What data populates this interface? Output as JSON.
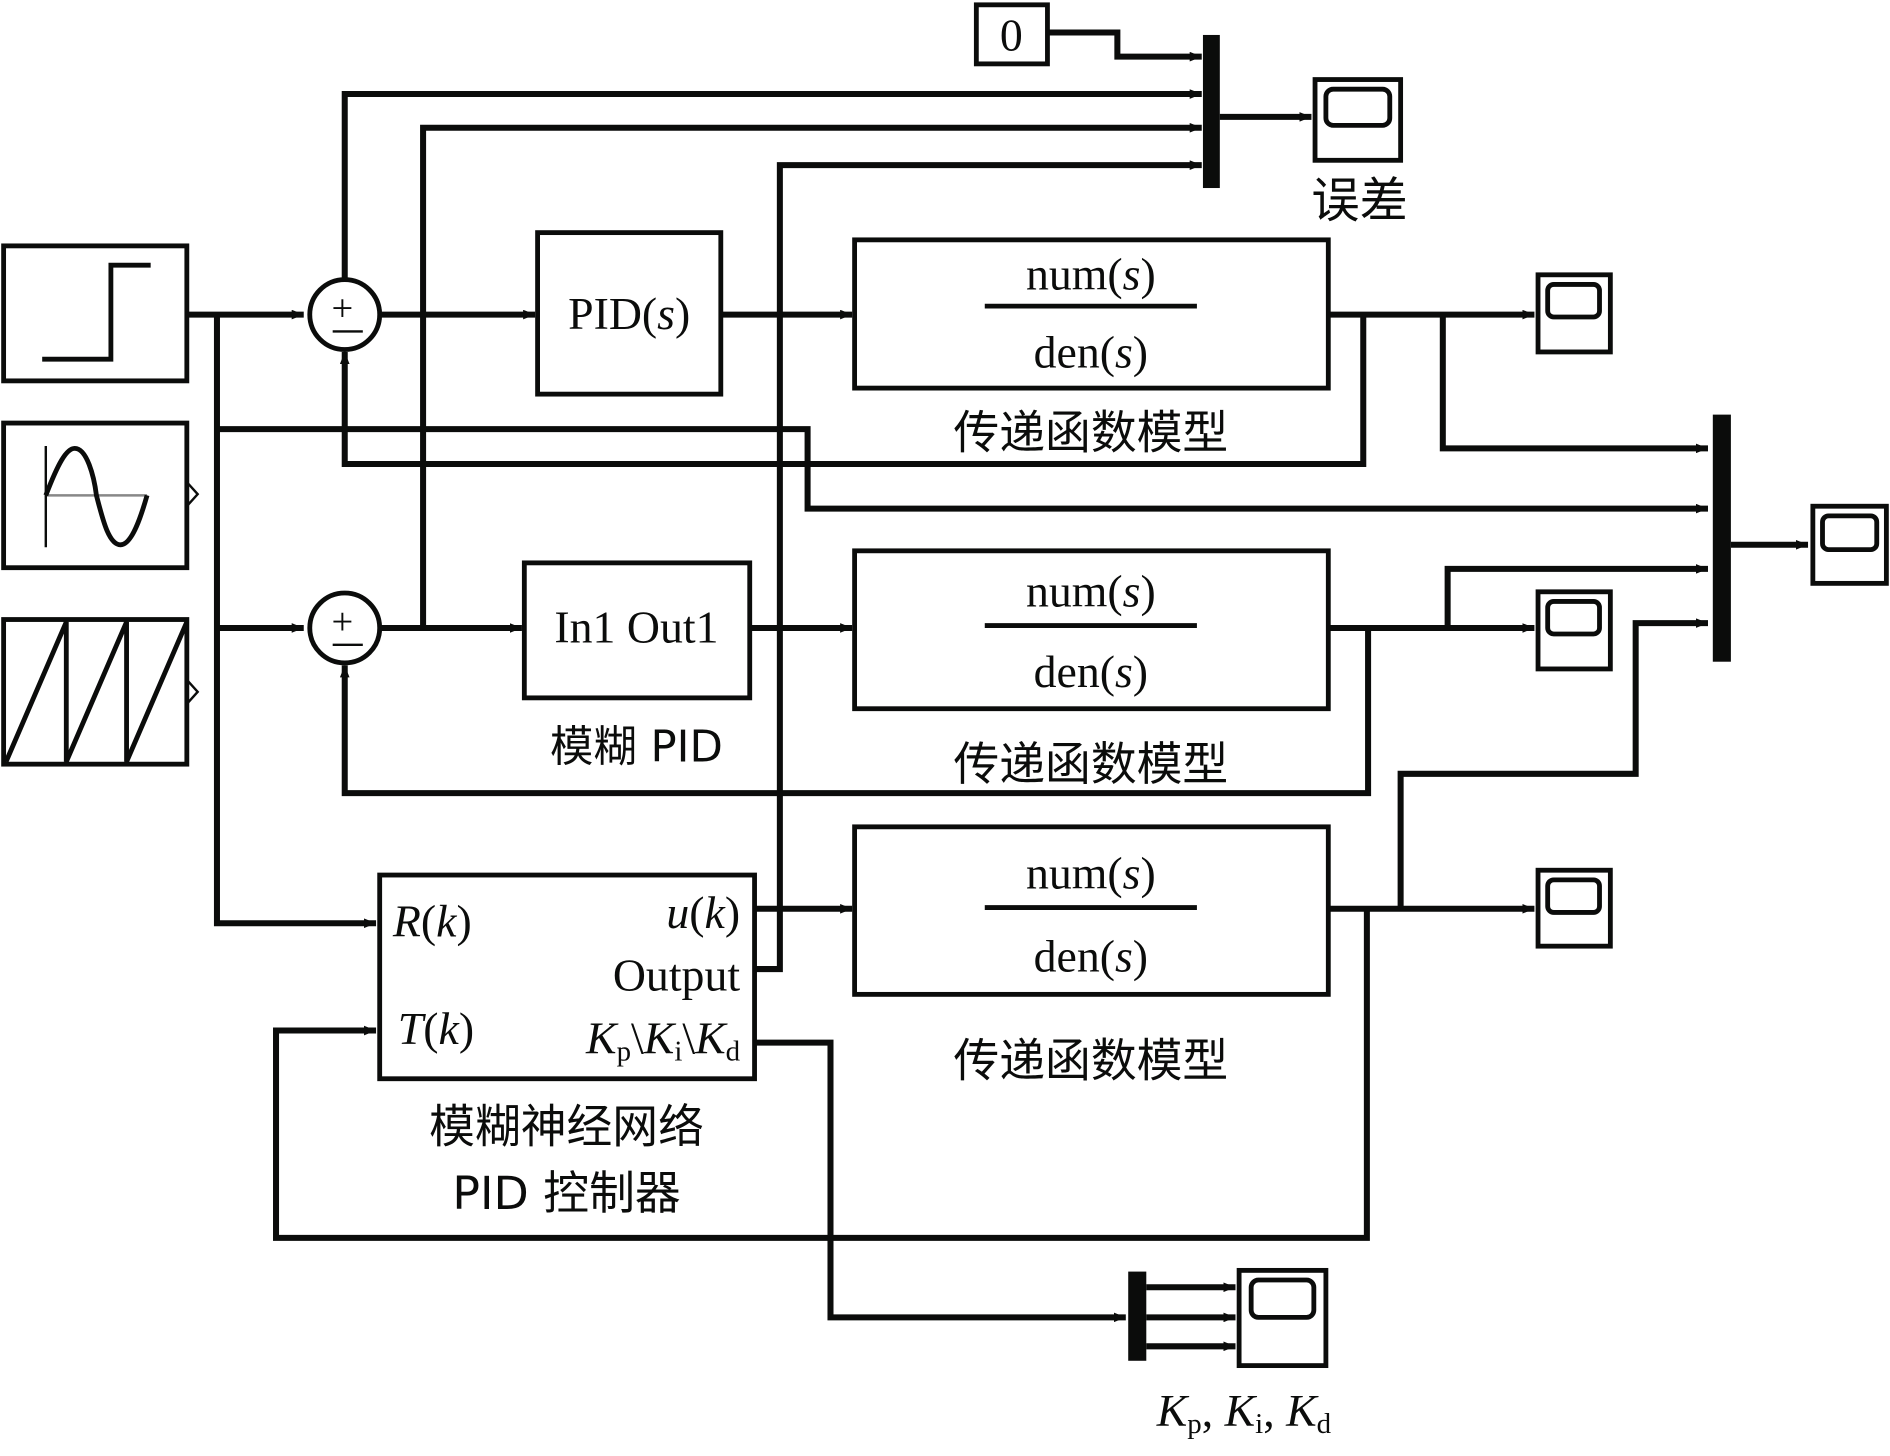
{
  "diagram": {
    "sources": {
      "step": "Step",
      "sine": "Sine Wave",
      "sawtooth": "Sawtooth"
    },
    "sum_symbol_plus": "+",
    "sum_symbol_minus": "–",
    "constant": {
      "value": "0"
    },
    "pid_block": {
      "label_prefix": "PID(",
      "label_var": "s",
      "label_suffix": ")"
    },
    "fuzzy_pid_block": {
      "label": "In1 Out1",
      "caption": "模糊 PID"
    },
    "transfer_functions": [
      {
        "num": "num(",
        "den": "den(",
        "var": "s",
        "close": ")",
        "caption": "传递函数模型"
      },
      {
        "num": "num(",
        "den": "den(",
        "var": "s",
        "close": ")",
        "caption": "传递函数模型"
      },
      {
        "num": "num(",
        "den": "den(",
        "var": "s",
        "close": ")",
        "caption": "传递函数模型"
      }
    ],
    "fnn_block": {
      "in1": {
        "sym": "R",
        "arg": "k"
      },
      "in2": {
        "sym": "T",
        "arg": "k"
      },
      "out1": {
        "sym": "u",
        "arg": "k"
      },
      "out2": "Output",
      "out3": {
        "k": "K",
        "p": "p",
        "i": "i",
        "d": "d",
        "sep": "\\"
      },
      "caption_line1": "模糊神经网络",
      "caption_line2": "PID 控制器"
    },
    "scopes": {
      "error_caption": "误差",
      "gains_caption": {
        "k": "K",
        "p": "p",
        "i": "i",
        "d": "d",
        "sep": ", "
      }
    },
    "colors": {
      "ink": "#0b0c0b",
      "background": "#ffffff"
    }
  }
}
